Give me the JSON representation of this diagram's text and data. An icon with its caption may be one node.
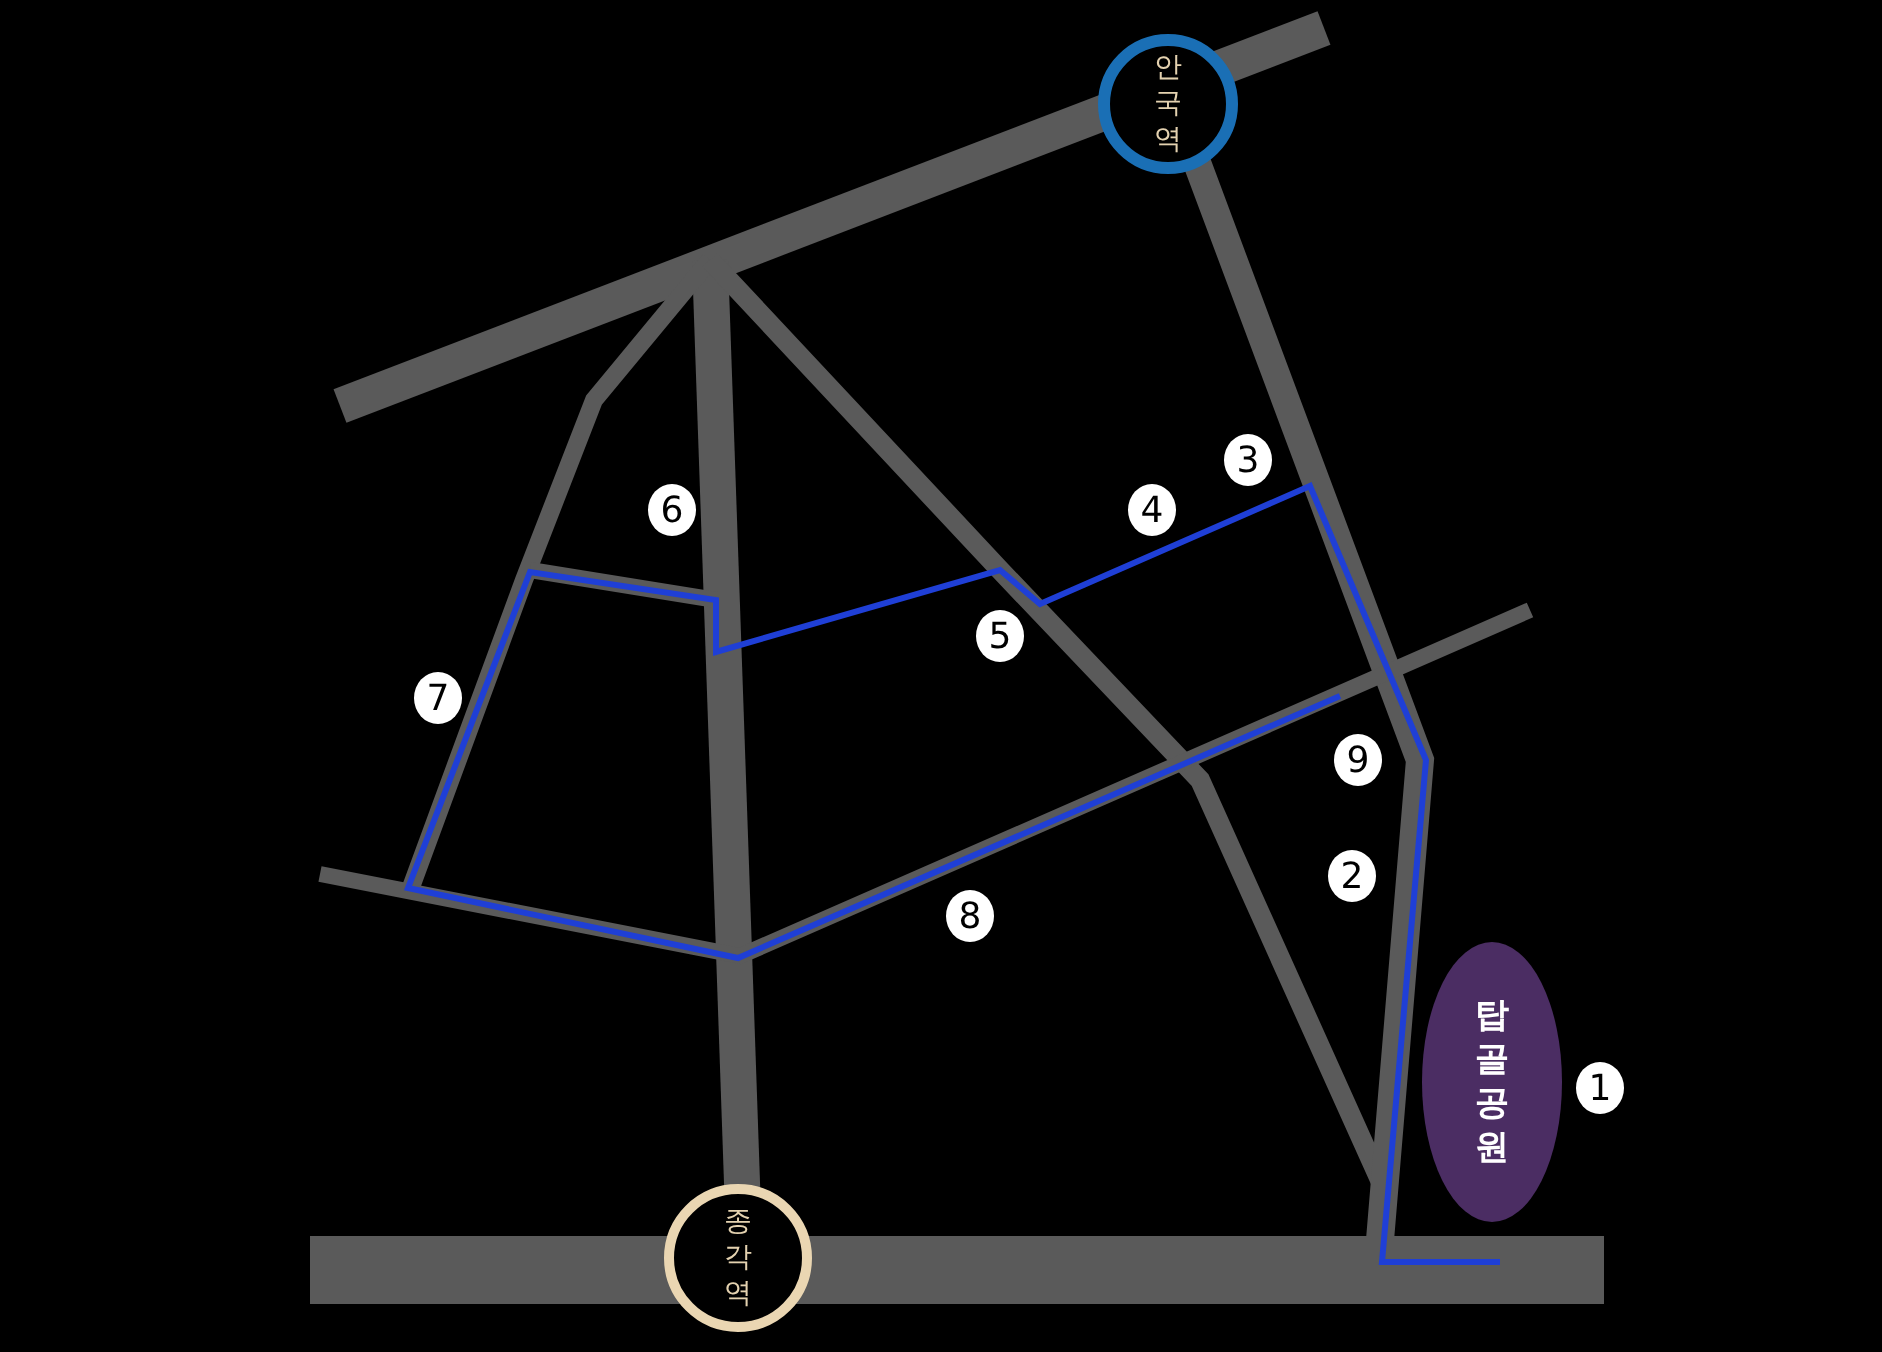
{
  "diagram": {
    "nodes": [
      {
        "text": [
          "안국역"
        ]
      },
      {
        "text": [
          "탑골공원"
        ]
      },
      {
        "text": [
          "종각역"
        ]
      }
    ],
    "labels": [
      "3",
      "4",
      "6",
      "5",
      "7",
      "9",
      "2",
      "8",
      "1"
    ]
  }
}
